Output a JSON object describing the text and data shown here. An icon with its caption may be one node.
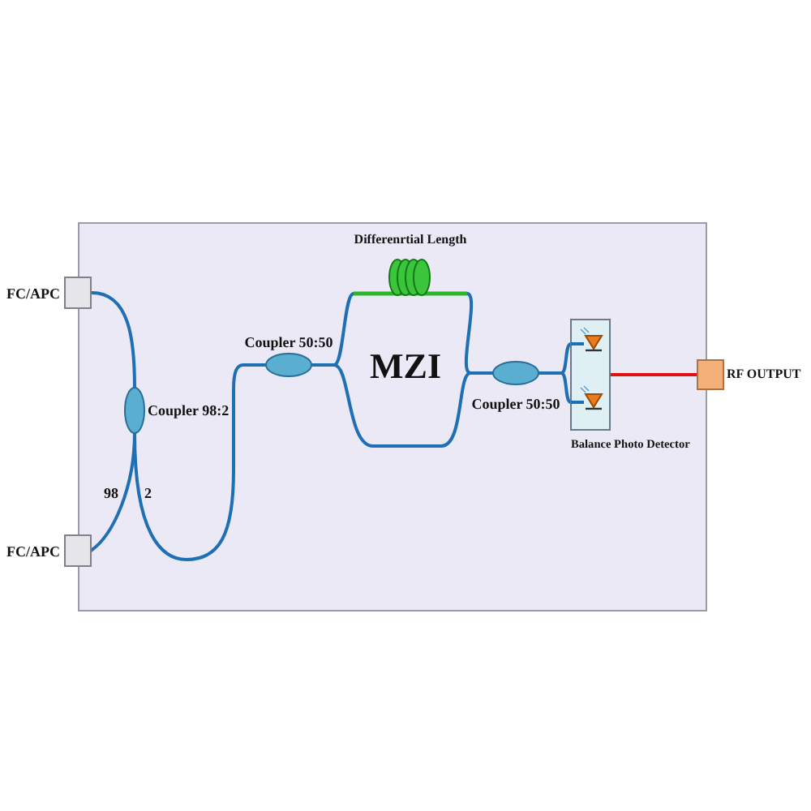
{
  "diagram": {
    "nodes": [
      {
        "text": [
          "FC/APC"
        ]
      },
      {
        "text": [
          "FC/APC"
        ]
      },
      {
        "text": [
          "Coupler 98:2"
        ]
      },
      {
        "text": [
          "Coupler 50:50"
        ]
      },
      {
        "text": [
          "Differenrtial Length"
        ]
      },
      {
        "text": [
          "Coupler 50:50"
        ]
      },
      {
        "text": [
          "Balance Photo Detector"
        ]
      },
      {
        "text": [
          "RF OUTPUT"
        ]
      }
    ],
    "edges": [
      {
        "from": 0,
        "to": 2,
        "arrow": "none"
      },
      {
        "from": 2,
        "to": 1,
        "arrow": "none",
        "label": "98"
      },
      {
        "from": 2,
        "to": 3,
        "arrow": "none",
        "label": "2"
      },
      {
        "from": 3,
        "to": 4,
        "arrow": "none"
      },
      {
        "from": 4,
        "to": 5,
        "arrow": "none"
      },
      {
        "from": 3,
        "to": 5,
        "arrow": "none"
      },
      {
        "from": 5,
        "to": 6,
        "arrow": "none"
      },
      {
        "from": 5,
        "to": 6,
        "arrow": "none"
      },
      {
        "from": 6,
        "to": 7,
        "arrow": "none",
        "color": "#e01010"
      }
    ],
    "labels": [
      "MZI"
    ]
  }
}
